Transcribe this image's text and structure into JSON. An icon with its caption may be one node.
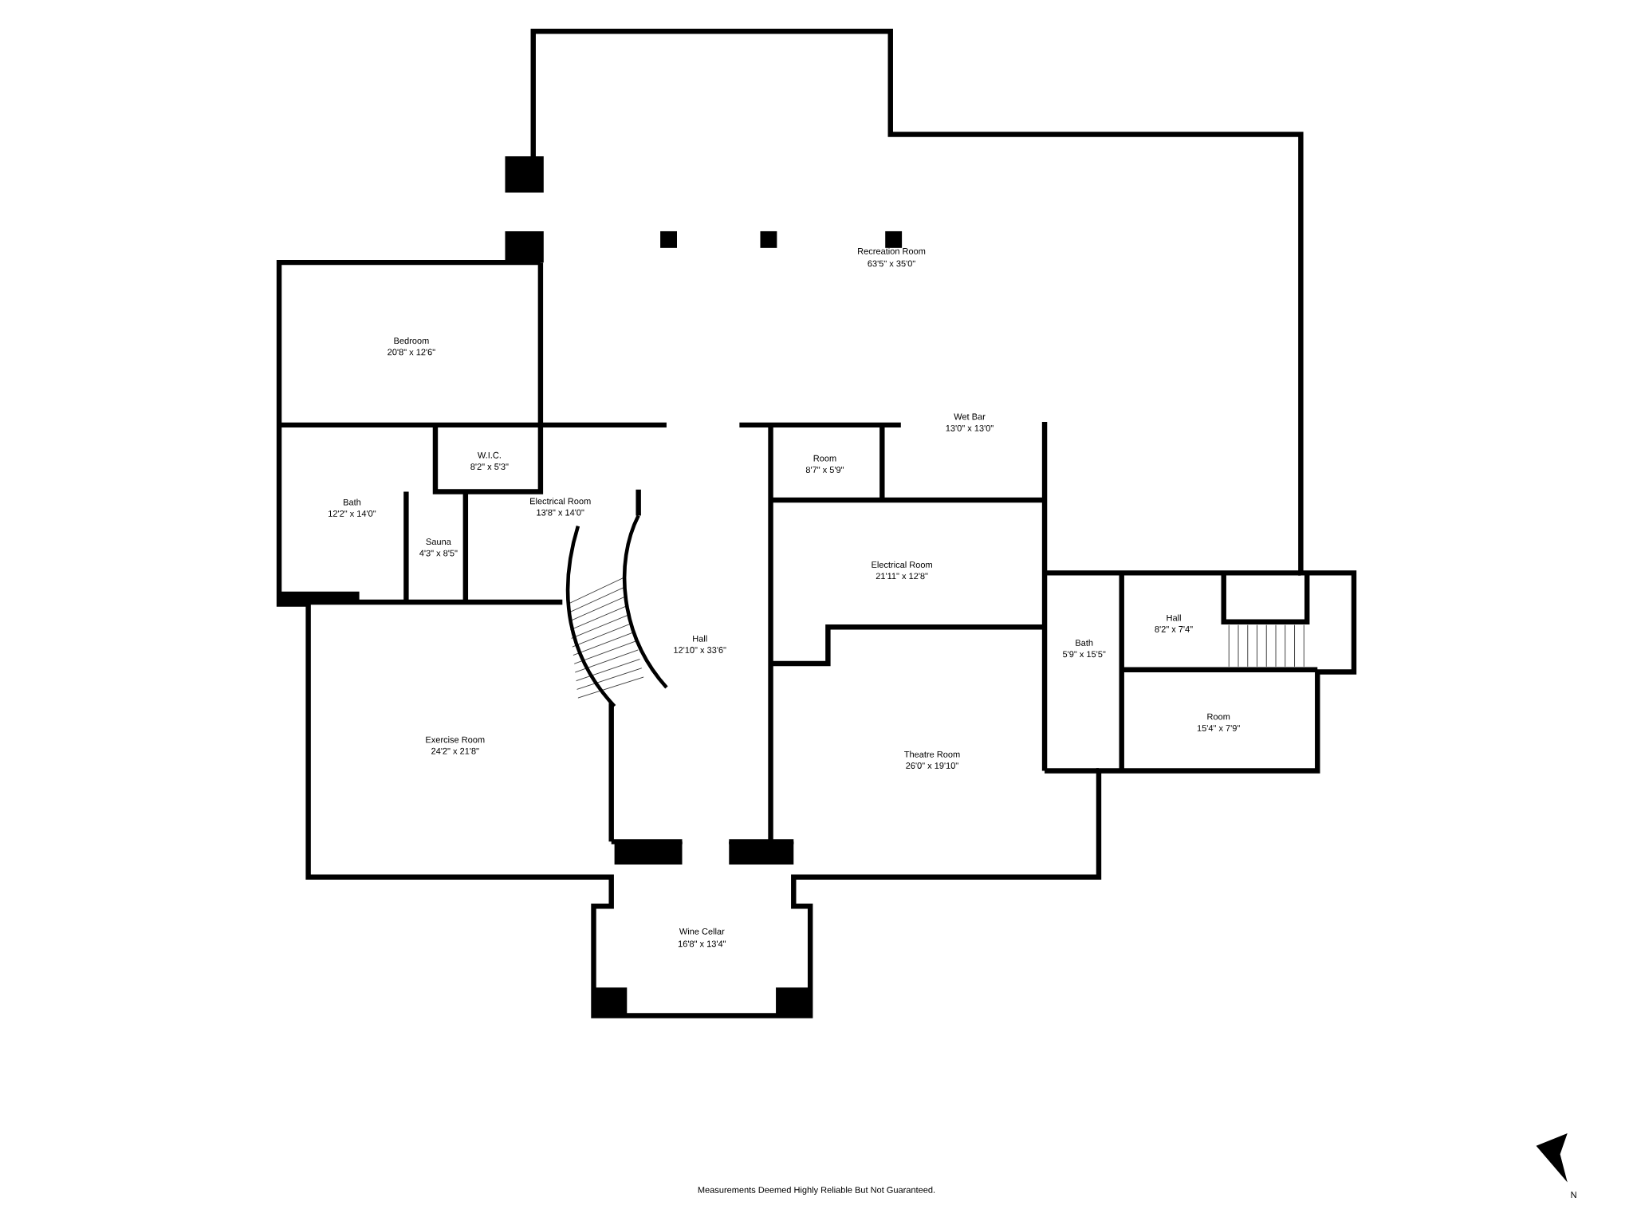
{
  "diagram": {
    "labels": [
      "Recreation Room",
      "63'5\" x 35'0\"",
      "Bedroom",
      "20'8\" x 12'6\"",
      "Wet Bar",
      "13'0\" x 13'0\"",
      "W.I.C.",
      "8'2\" x 5'3\"",
      "Room",
      "8'7\" x 5'9\"",
      "Bath",
      "12'2\" x 14'0\"",
      "Electrical Room",
      "13'8\" x 14'0\"",
      "Sauna",
      "4'3\" x 8'5\"",
      "Electrical Room",
      "21'11\" x 12'8\"",
      "Hall",
      "8'2\" x 7'4\"",
      "Hall",
      "12'10\" x 33'6\"",
      "Bath",
      "5'9\" x 15'5\"",
      "Room",
      "15'4\" x 7'9\"",
      "Exercise Room",
      "24'2\" x 21'8\"",
      "Theatre Room",
      "26'0\" x 19'10\"",
      "Wine Cellar",
      "16'8\" x 13'4\"",
      "Measurements Deemed Highly Reliable But Not Guaranteed.",
      "N"
    ]
  }
}
